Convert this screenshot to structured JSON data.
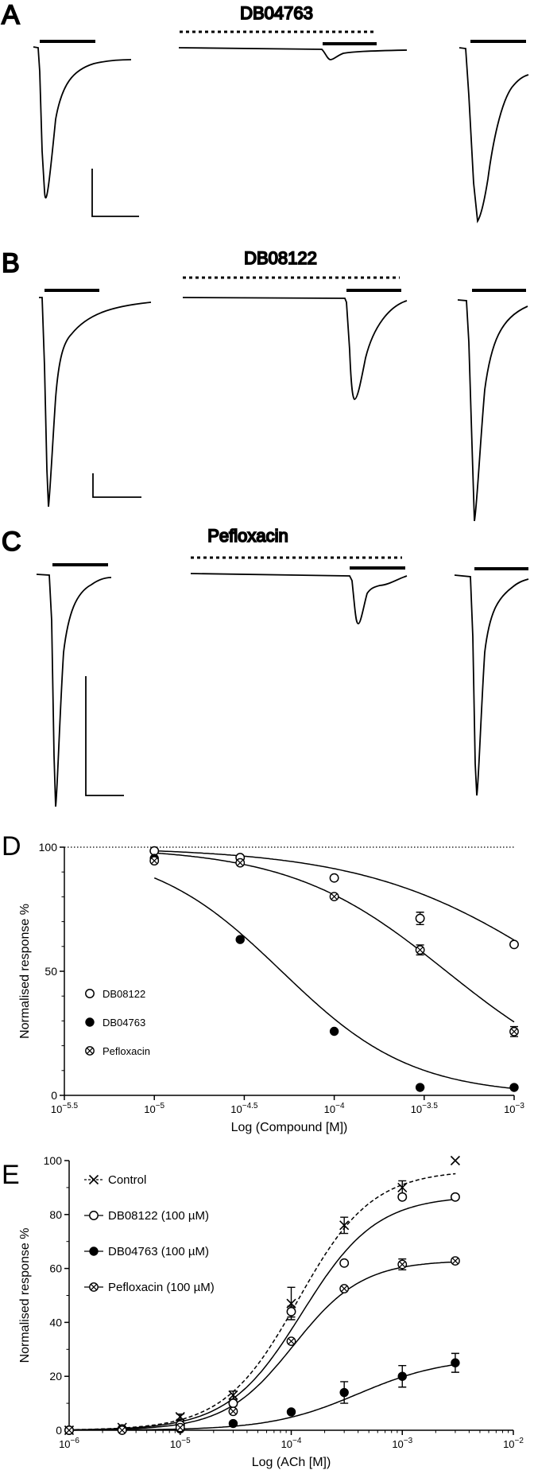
{
  "panels": {
    "A": {
      "letter": "A",
      "compound": "DB04763"
    },
    "B": {
      "letter": "B",
      "compound": "DB08122"
    },
    "C": {
      "letter": "C",
      "compound": "Pefloxacin"
    },
    "D": {
      "letter": "D"
    },
    "E": {
      "letter": "E"
    }
  },
  "chart_data": [
    {
      "type": "scatter",
      "panel": "D",
      "xlabel": "Log (Compound [M])",
      "ylabel": "Normalised response %",
      "x_scale": "log10",
      "xlim": [
        -5.5,
        -3
      ],
      "ylim": [
        0,
        100
      ],
      "x_tick_labels": [
        "10^-5.5",
        "10^-5",
        "10^-4.5",
        "10^-4",
        "10^-3.5",
        "10^-3"
      ],
      "y_tick_labels": [
        "0",
        "50",
        "100"
      ],
      "reference_line": {
        "y": 100,
        "style": "dotted"
      },
      "legend_position": "left-middle",
      "series": [
        {
          "name": "DB08122",
          "marker": "open-circle",
          "x": [
            1e-05,
            3e-05,
            0.0001,
            0.0003,
            0.001
          ],
          "y": [
            98.5,
            95.8,
            87.6,
            71.3,
            60.8
          ],
          "error": [
            0,
            0,
            0,
            2.5,
            0
          ],
          "fit": {
            "ic50": 0.0019,
            "hill": 0.8
          }
        },
        {
          "name": "DB04763",
          "marker": "filled-circle",
          "x": [
            1e-05,
            3e-05,
            0.0001,
            0.0003,
            0.001
          ],
          "y": [
            95.5,
            62.8,
            25.8,
            3.2,
            3.2
          ],
          "error": [
            0,
            0,
            0,
            0,
            0
          ],
          "fit": {
            "ic50": 5.1e-05,
            "hill": 1.2
          }
        },
        {
          "name": "Pefloxacin",
          "marker": "crossed-circle",
          "x": [
            1e-05,
            3e-05,
            0.0001,
            0.0003,
            0.001
          ],
          "y": [
            94.5,
            93.7,
            80.1,
            58.6,
            25.7
          ],
          "error": [
            0,
            0,
            0,
            2.0,
            2.0
          ],
          "fit": {
            "ic50": 0.00042,
            "hill": 1.0
          }
        }
      ]
    },
    {
      "type": "scatter",
      "panel": "E",
      "xlabel": "Log (ACh [M])",
      "ylabel": "Normalised response %",
      "x_scale": "log10",
      "xlim": [
        -6,
        -2
      ],
      "ylim": [
        0,
        100
      ],
      "x_tick_labels": [
        "10^-6",
        "10^-5",
        "10^-4",
        "10^-3",
        "10^-2"
      ],
      "y_tick_labels": [
        "0",
        "20",
        "40",
        "60",
        "80",
        "100"
      ],
      "legend_position": "top-left",
      "series": [
        {
          "name": "Control",
          "marker": "x",
          "x": [
            1e-06,
            3e-06,
            1e-05,
            3e-05,
            0.0001,
            0.0003,
            0.001,
            0.003
          ],
          "y": [
            0,
            1,
            5,
            13,
            47,
            76,
            90,
            100
          ],
          "error": [
            0,
            0,
            1,
            1.5,
            6,
            3,
            2.5,
            0
          ],
          "fit": {
            "top": 96.5,
            "ec50": 0.000115,
            "hill": 1.3,
            "dashed": true
          }
        },
        {
          "name": "DB08122 (100 µM)",
          "marker": "open-circle",
          "x": [
            1e-06,
            3e-06,
            1e-05,
            3e-05,
            0.0001,
            0.0003,
            0.001,
            0.003
          ],
          "y": [
            0,
            0.5,
            2,
            10,
            44,
            62,
            86.5,
            86.5
          ],
          "error": [
            0,
            0,
            0,
            1,
            2,
            0,
            0,
            0
          ],
          "fit": {
            "top": 87,
            "ec50": 0.000125,
            "hill": 1.3
          }
        },
        {
          "name": "DB04763 (100 µM)",
          "marker": "filled-circle",
          "x": [
            1e-06,
            3e-06,
            1e-05,
            3e-05,
            0.0001,
            0.0003,
            0.001,
            0.003
          ],
          "y": [
            0,
            0,
            0.5,
            2.5,
            6.8,
            14,
            20,
            25
          ],
          "error": [
            0,
            0,
            0,
            0,
            0,
            4,
            4,
            3.5
          ],
          "fit": {
            "top": 27,
            "ec50": 0.0004,
            "hill": 1.1
          }
        },
        {
          "name": "Pefloxacin (100 µM)",
          "marker": "crossed-circle",
          "x": [
            1e-06,
            3e-06,
            1e-05,
            3e-05,
            0.0001,
            0.0003,
            0.001,
            0.003
          ],
          "y": [
            0,
            0,
            1,
            7,
            33,
            52.5,
            61.5,
            62.8
          ],
          "error": [
            0,
            0,
            0,
            0,
            0,
            0,
            2,
            0
          ],
          "fit": {
            "top": 63,
            "ec50": 0.000105,
            "hill": 1.4
          }
        }
      ]
    }
  ]
}
